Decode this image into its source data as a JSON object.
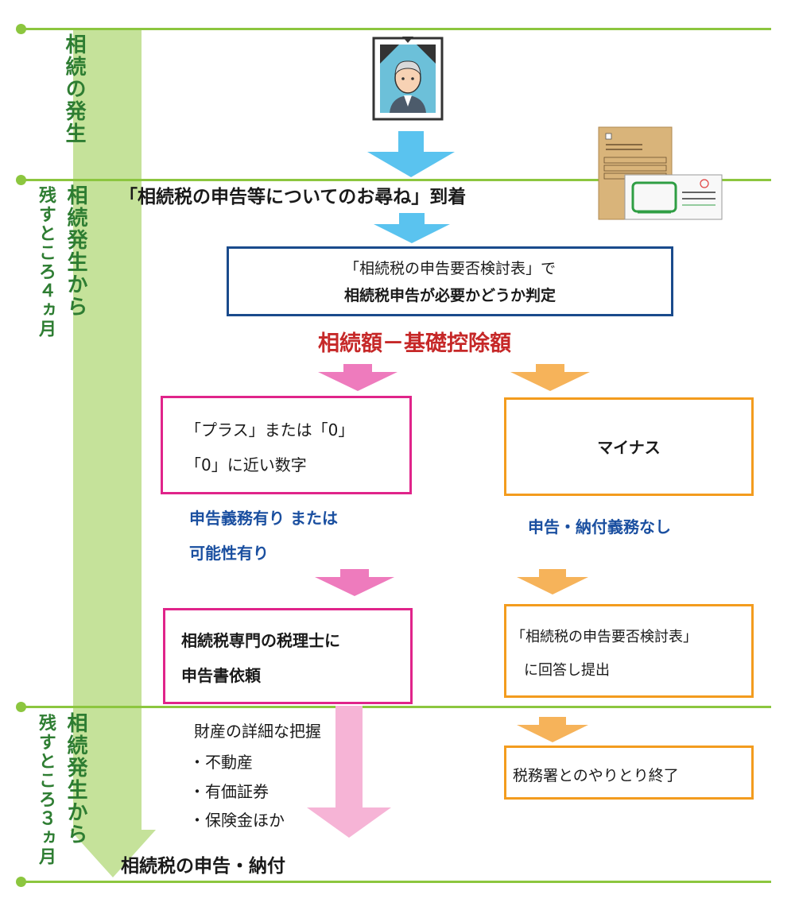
{
  "timeline": {
    "stage1": [
      "相続の発生"
    ],
    "stage2": [
      "相続発生から",
      "残すところ４ヵ月"
    ],
    "stage3": [
      "相続発生から",
      "残すところ３ヵ月"
    ]
  },
  "notice_title": "「相続税の申告等についてのお尋ね」到着",
  "check": {
    "line1": "「相続税の申告要否検討表」で",
    "line2": "相続税申告が必要かどうか判定"
  },
  "formula": "相続額－基礎控除額",
  "left": {
    "box1_line1": "「プラス」または「0」",
    "box1_line2": "「0」に近い数字",
    "note_line1": "申告義務有り または",
    "note_line2": "可能性有り",
    "box2_line1": "相続税専門の税理士に",
    "box2_line2": "申告書依頼",
    "details_title": "財産の詳細な把握",
    "details_items": [
      "・不動産",
      "・有価証券",
      "・保険金ほか"
    ]
  },
  "right": {
    "box1": "マイナス",
    "note": "申告・納付義務なし",
    "box2_line1": "「相続税の申告要否検討表」",
    "box2_line2": "に回答し提出",
    "box3": "税務署とのやりとり終了"
  },
  "final": "相続税の申告・納付",
  "colors": {
    "timeline_green": "#8cc63f",
    "band_green": "#c5e29a",
    "text_green": "#2e7d32",
    "navy_box": "#1a4b8c",
    "magenta_box": "#e0248a",
    "orange_box": "#f39c1e",
    "blue_arrow": "#5ac3ef",
    "pink_arrow": "#ee7bbd",
    "orange_arrow": "#f6b35a",
    "red_text": "#c62828",
    "blue_text": "#1a4fa0"
  }
}
